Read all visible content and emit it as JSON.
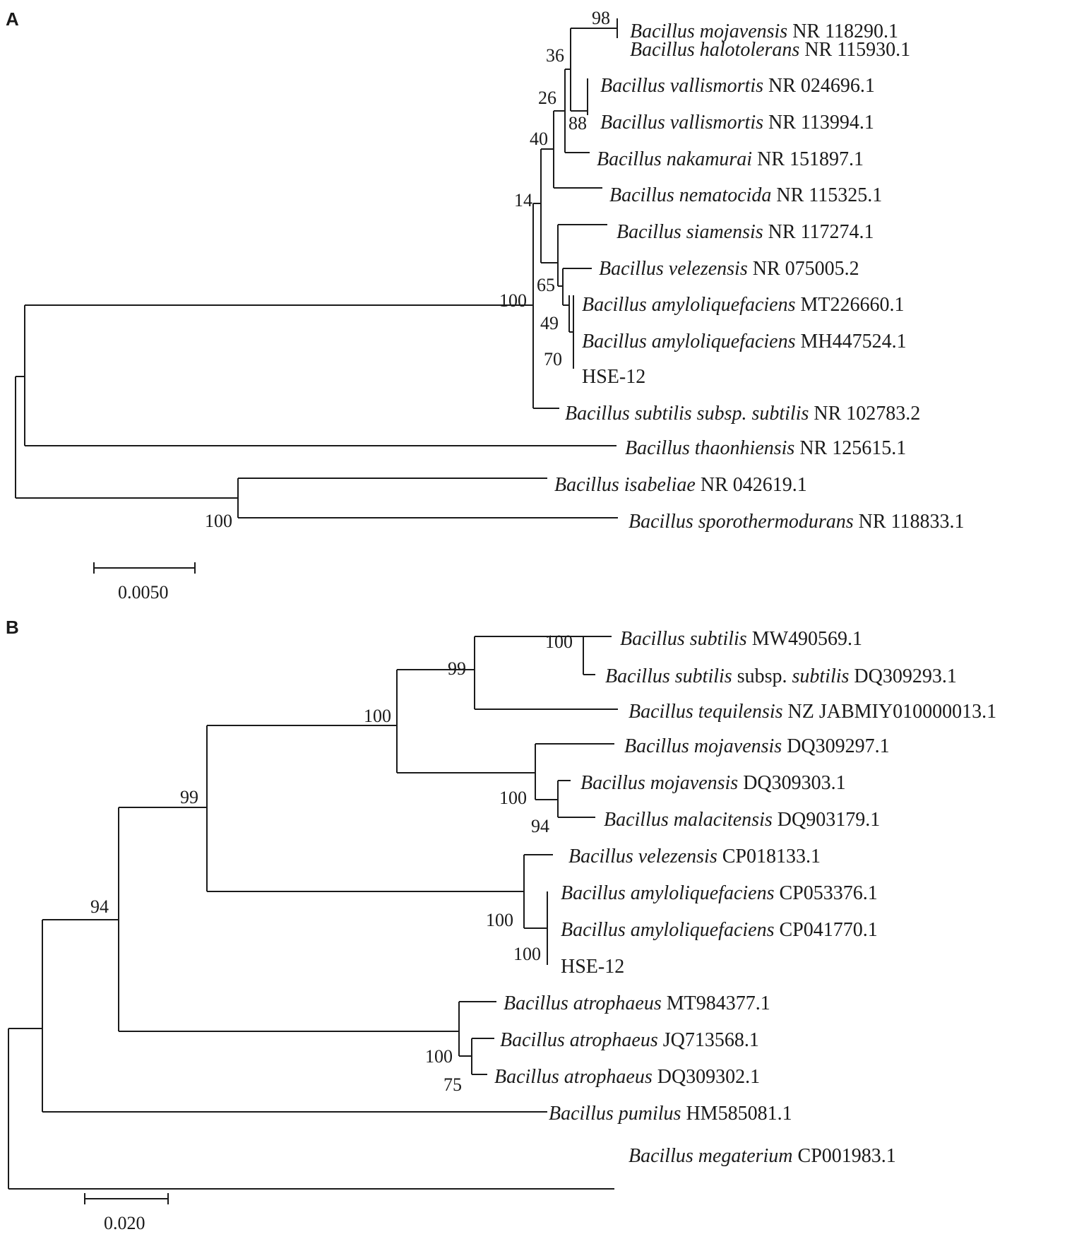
{
  "panels": [
    {
      "label": "A",
      "scale_label": "0.0050",
      "leaves": [
        {
          "genus": "Bacillus",
          "species": "mojavensis",
          "accession": "NR 118290.1"
        },
        {
          "genus": "Bacillus",
          "species": "halotolerans",
          "accession": "NR 115930.1"
        },
        {
          "genus": "Bacillus",
          "species": "vallismortis",
          "accession": "NR 024696.1"
        },
        {
          "genus": "Bacillus",
          "species": "vallismortis",
          "accession": "NR 113994.1"
        },
        {
          "genus": "Bacillus",
          "species": "nakamurai",
          "accession": "NR 151897.1"
        },
        {
          "genus": "Bacillus",
          "species": "nematocida",
          "accession": "NR 115325.1"
        },
        {
          "genus": "Bacillus",
          "species": "siamensis",
          "accession": "NR 117274.1"
        },
        {
          "genus": "Bacillus",
          "species": "velezensis",
          "accession": "NR 075005.2"
        },
        {
          "genus": "Bacillus",
          "species": "amyloliquefaciens",
          "accession": "MT226660.1"
        },
        {
          "genus": "Bacillus",
          "species": "amyloliquefaciens",
          "accession": "MH447524.1"
        },
        {
          "plain": "HSE-12"
        },
        {
          "genus": "Bacillus",
          "species": "subtilis subsp. subtilis",
          "accession": "NR 102783.2"
        },
        {
          "genus": "Bacillus",
          "species": "thaonhiensis",
          "accession": "NR 125615.1"
        },
        {
          "genus": "Bacillus",
          "species": "isabeliae",
          "accession": "NR 042619.1"
        },
        {
          "genus": "Bacillus",
          "species": "sporothermodurans",
          "accession": "NR 118833.1"
        }
      ],
      "bootstrap": [
        "98",
        "36",
        "26",
        "88",
        "40",
        "14",
        "65",
        "100",
        "49",
        "70",
        "100"
      ]
    },
    {
      "label": "B",
      "scale_label": "0.020",
      "leaves": [
        {
          "genus": "Bacillus",
          "species": "subtilis",
          "accession": "MW490569.1"
        },
        {
          "genus": "Bacillus",
          "species": "subtilis",
          "middle": "subsp.",
          "subspecies": "subtilis",
          "accession": "DQ309293.1"
        },
        {
          "genus": "Bacillus",
          "species": "tequilensis",
          "accession": "NZ JABMIY010000013.1"
        },
        {
          "genus": "Bacillus",
          "species": "mojavensis",
          "accession": "DQ309297.1"
        },
        {
          "genus": "Bacillus",
          "species": "mojavensis",
          "accession": "DQ309303.1"
        },
        {
          "genus": "Bacillus",
          "species": "malacitensis",
          "accession": "DQ903179.1"
        },
        {
          "genus": "Bacillus",
          "species": "velezensis",
          "accession": "CP018133.1"
        },
        {
          "genus": "Bacillus",
          "species": "amyloliquefaciens",
          "accession": "CP053376.1"
        },
        {
          "genus": "Bacillus",
          "species": "amyloliquefaciens",
          "accession": "CP041770.1"
        },
        {
          "plain": "HSE-12"
        },
        {
          "genus": "Bacillus",
          "species": "atrophaeus",
          "accession": "MT984377.1"
        },
        {
          "genus": "Bacillus",
          "species": "atrophaeus",
          "accession": "JQ713568.1"
        },
        {
          "genus": "Bacillus",
          "species": "atrophaeus",
          "accession": "DQ309302.1"
        },
        {
          "genus": "Bacillus",
          "species": "pumilus",
          "accession": "HM585081.1"
        },
        {
          "genus": "Bacillus",
          "species": "megaterium",
          "accession": "CP001983.1"
        }
      ],
      "bootstrap": [
        "100",
        "99",
        "100",
        "100",
        "94",
        "99",
        "100",
        "100",
        "100",
        "75",
        "94"
      ]
    }
  ]
}
